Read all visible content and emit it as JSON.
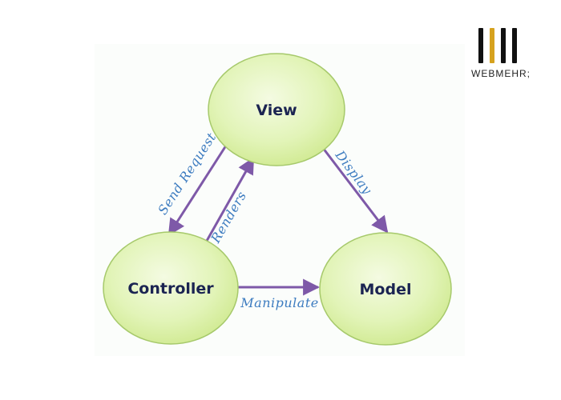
{
  "diagram": {
    "nodes": {
      "view": {
        "label": "View"
      },
      "controller": {
        "label": "Controller"
      },
      "model": {
        "label": "Model"
      }
    },
    "edges": {
      "send_request": {
        "label": "Send Request",
        "from": "View",
        "to": "Controller"
      },
      "renders": {
        "label": "Renders",
        "from": "Controller",
        "to": "View"
      },
      "display": {
        "label": "Display",
        "from": "View",
        "to": "Model"
      },
      "manipulate": {
        "label": "Manipulate",
        "from": "Controller",
        "to": "Model"
      }
    }
  },
  "logo": {
    "text": "WEBMEHR;",
    "bar_colors": [
      "#111111",
      "#d6a21e",
      "#111111",
      "#111111"
    ]
  },
  "colors": {
    "node_fill_light": "#f3fbdf",
    "node_fill_dark": "#d3ee95",
    "node_stroke": "#a6c96b",
    "arrow": "#7e59a8",
    "edge_label": "#3d7cc0",
    "node_label": "#1b2452"
  }
}
